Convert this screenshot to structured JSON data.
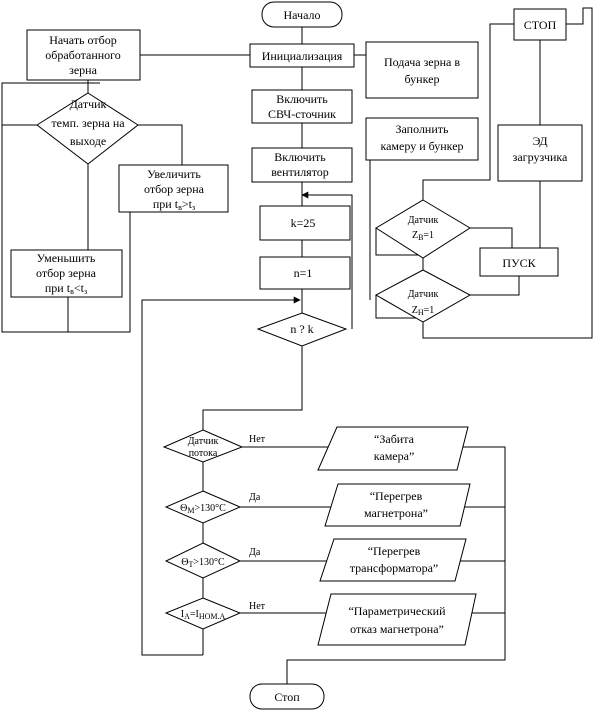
{
  "start": "Начало",
  "init": "Инициализация",
  "grain_feed": [
    "Подача зерна в",
    "бункер"
  ],
  "microwave_on": [
    "Включить",
    "СВЧ-сточник"
  ],
  "fan_on": [
    "Включить",
    "вентилятор"
  ],
  "k_assign": "k=25",
  "n_assign": "n=1",
  "compare": "n ? k",
  "begin_take": [
    "Начать отбор",
    "обработанного",
    "зерна"
  ],
  "temp_sensor": [
    "Датчик",
    "темп. зерна на",
    "выходе"
  ],
  "increase": [
    "Увеличить",
    "отбор зерна",
    "при t",
    "в",
    ">t",
    "з"
  ],
  "decrease": [
    "Уменьшить",
    "отбор зерна",
    "при t",
    "в",
    "<t",
    "з"
  ],
  "stop_top": "СТОП",
  "fill_chamber": [
    "Заполнить",
    "камеру и бункер"
  ],
  "motor_loader": [
    "ЭД",
    "загрузчика"
  ],
  "sensor_zb": [
    "Датчик",
    "Z",
    "В",
    "=1"
  ],
  "sensor_zn": [
    "Датчик",
    "Z",
    "Н",
    "=1"
  ],
  "pusk": "ПУСК",
  "flow_sensor": [
    "Датчик",
    "потока"
  ],
  "theta_m": [
    "Θ",
    "М",
    ">130°С"
  ],
  "theta_t": [
    "Θ",
    "Т",
    ">130°С"
  ],
  "current": [
    "I",
    "А",
    "=I",
    "НОМ.А"
  ],
  "no1": "Нет",
  "yes1": "Да",
  "yes2": "Да",
  "no2": "Нет",
  "out_chamber": [
    "“Забита",
    "камера”"
  ],
  "out_magnetron": [
    "“Перегрев",
    "магнетрона”"
  ],
  "out_transformer": [
    "“Перегрев",
    "трансформатора”"
  ],
  "out_param": [
    "“Параметрический",
    "отказ магнетрона”"
  ],
  "end": "Стоп"
}
